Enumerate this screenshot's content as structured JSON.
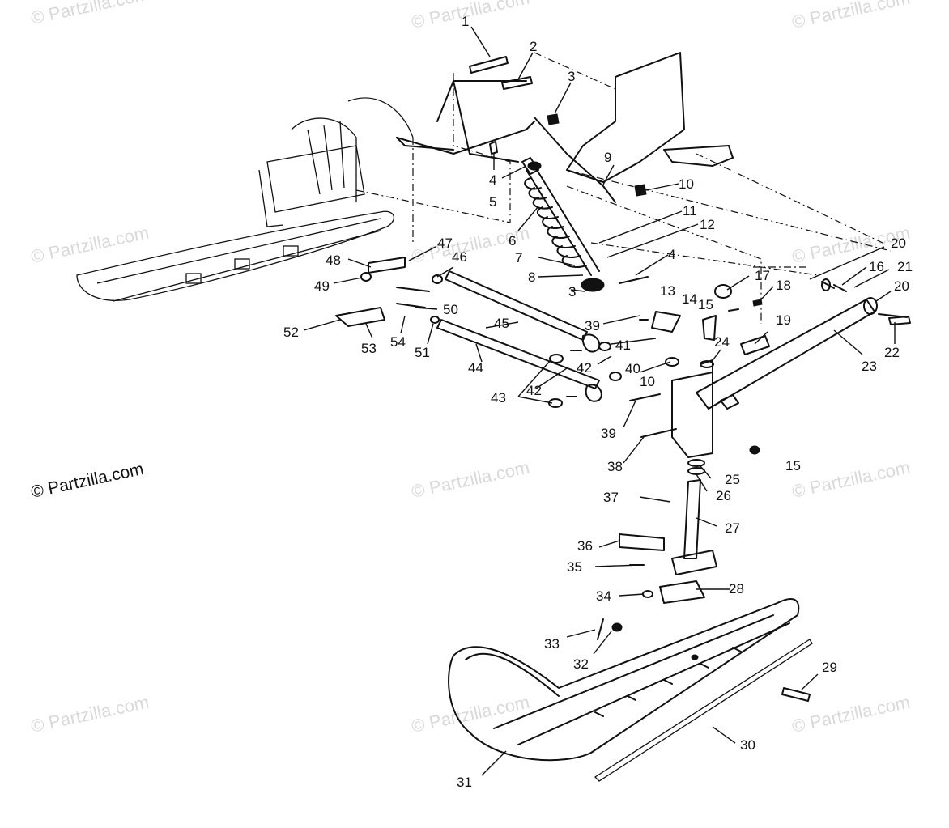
{
  "diagram": {
    "copyright": "© Partzilla.com",
    "watermark": "© Partzilla.com",
    "callouts": [
      "1",
      "2",
      "3",
      "4",
      "5",
      "6",
      "7",
      "8",
      "9",
      "10",
      "11",
      "12",
      "13",
      "14",
      "15",
      "16",
      "17",
      "18",
      "19",
      "20",
      "21",
      "22",
      "23",
      "24",
      "25",
      "26",
      "27",
      "28",
      "29",
      "30",
      "31",
      "32",
      "33",
      "34",
      "35",
      "36",
      "37",
      "38",
      "39",
      "40",
      "41",
      "42",
      "43",
      "44",
      "45",
      "46",
      "47",
      "48",
      "49",
      "50",
      "51",
      "52",
      "53",
      "54"
    ]
  }
}
